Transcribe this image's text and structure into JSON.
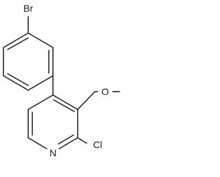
{
  "structure": {
    "atom_labels": {
      "bromine": "Br",
      "oxygen": "O",
      "nitrogen": "N",
      "chlorine": "Cl"
    }
  }
}
